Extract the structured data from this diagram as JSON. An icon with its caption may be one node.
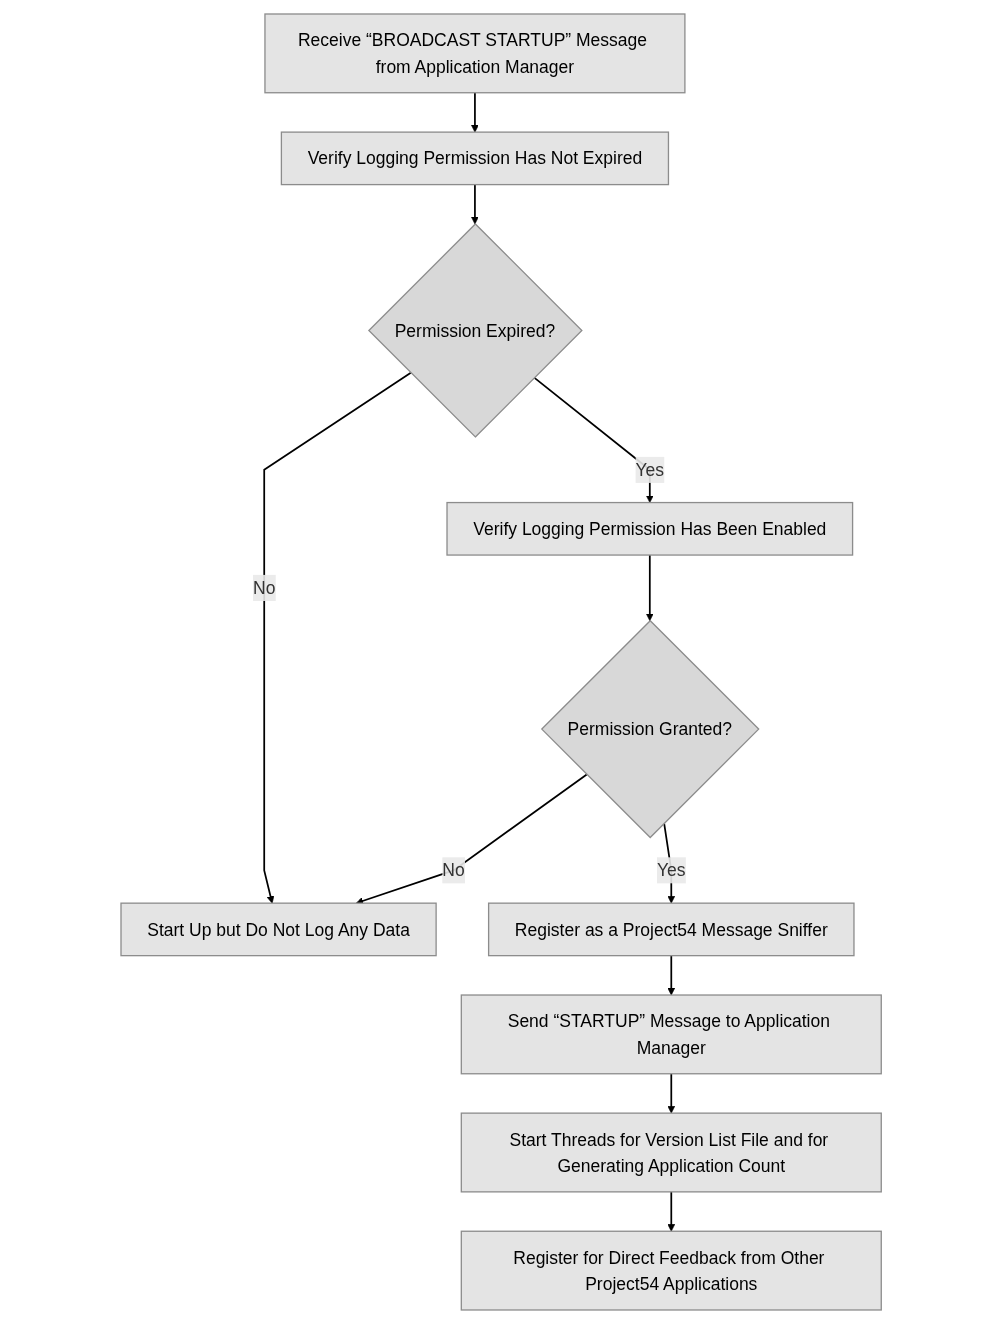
{
  "diagram": {
    "nodes": [
      {
        "text": [
          "Receive “BROADCAST STARTUP” Message from Application Manager"
        ]
      },
      {
        "text": [
          "Verify Logging Permission Has Not Expired"
        ]
      },
      {
        "text": [
          "Permission Expired?"
        ]
      },
      {
        "text": [
          "Start Up but Do Not Log Any Data"
        ]
      },
      {
        "text": [
          "Verify Logging Permission Has Been Enabled"
        ]
      },
      {
        "text": [
          "Permission Granted?"
        ]
      },
      {
        "text": [
          "Register as a Project54 Message Sniffer"
        ]
      },
      {
        "text": [
          "Send “STARTUP” Message to Application Manager"
        ]
      },
      {
        "text": [
          "Start Threads for Version List File and for Generating Application Count"
        ]
      },
      {
        "text": [
          "Register for Direct Feedback from Other Project54 Applications"
        ]
      }
    ],
    "edges": [
      {
        "from": 0,
        "to": 1,
        "arrow": "to"
      },
      {
        "from": 1,
        "to": 2,
        "arrow": "to"
      },
      {
        "from": 2,
        "to": 3,
        "arrow": "to",
        "label": "No"
      },
      {
        "from": 2,
        "to": 4,
        "arrow": "to",
        "label": "Yes"
      },
      {
        "from": 4,
        "to": 5,
        "arrow": "to"
      },
      {
        "from": 5,
        "to": 3,
        "arrow": "to",
        "label": "No"
      },
      {
        "from": 5,
        "to": 6,
        "arrow": "to",
        "label": "Yes"
      },
      {
        "from": 6,
        "to": 7,
        "arrow": "to"
      },
      {
        "from": 7,
        "to": 8,
        "arrow": "to"
      },
      {
        "from": 8,
        "to": 9,
        "arrow": "to"
      }
    ]
  }
}
